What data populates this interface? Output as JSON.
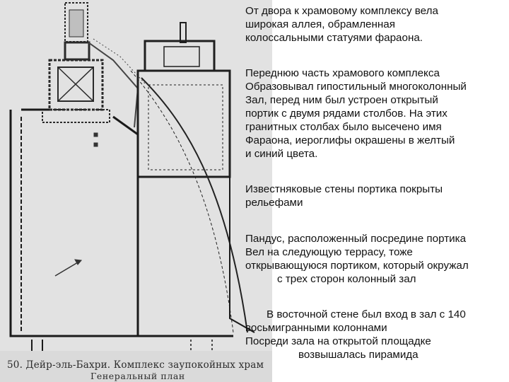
{
  "plan_caption": {
    "line1": "50. Дейр-эль-Бахри. Комплекс заупокойных храм",
    "line2": "Генеральный план"
  },
  "paragraphs": [
    {
      "lines": [
        "От двора к храмовому комплексу вела",
        "широкая аллея, обрамленная",
        "колоссальными статуями фараона."
      ]
    },
    {
      "lines": [
        "Переднюю часть храмового комплекса",
        "Образовывал гипостильный многоколонный",
        "Зал, перед ним был устроен открытый",
        "портик  с двумя рядами столбов. На этих",
        "гранитных столбах было высечено имя",
        "Фараона, иероглифы окрашены в желтый",
        "и синий цвета."
      ]
    },
    {
      "lines": [
        "Известняковые стены портика покрыты",
        "рельефами"
      ]
    },
    {
      "lines": [
        "Пандус, расположенный посредине портика",
        "Вел на следующую террасу, тоже",
        "открывающуюся портиком, который окружал",
        "с трех сторон колонный зал"
      ]
    },
    {
      "lines": [
        "В восточной стене был вход в зал с 140",
        "восьмигранными колоннами",
        "Посреди зала на открытой площадке",
        "возвышалась пирамида"
      ]
    }
  ]
}
